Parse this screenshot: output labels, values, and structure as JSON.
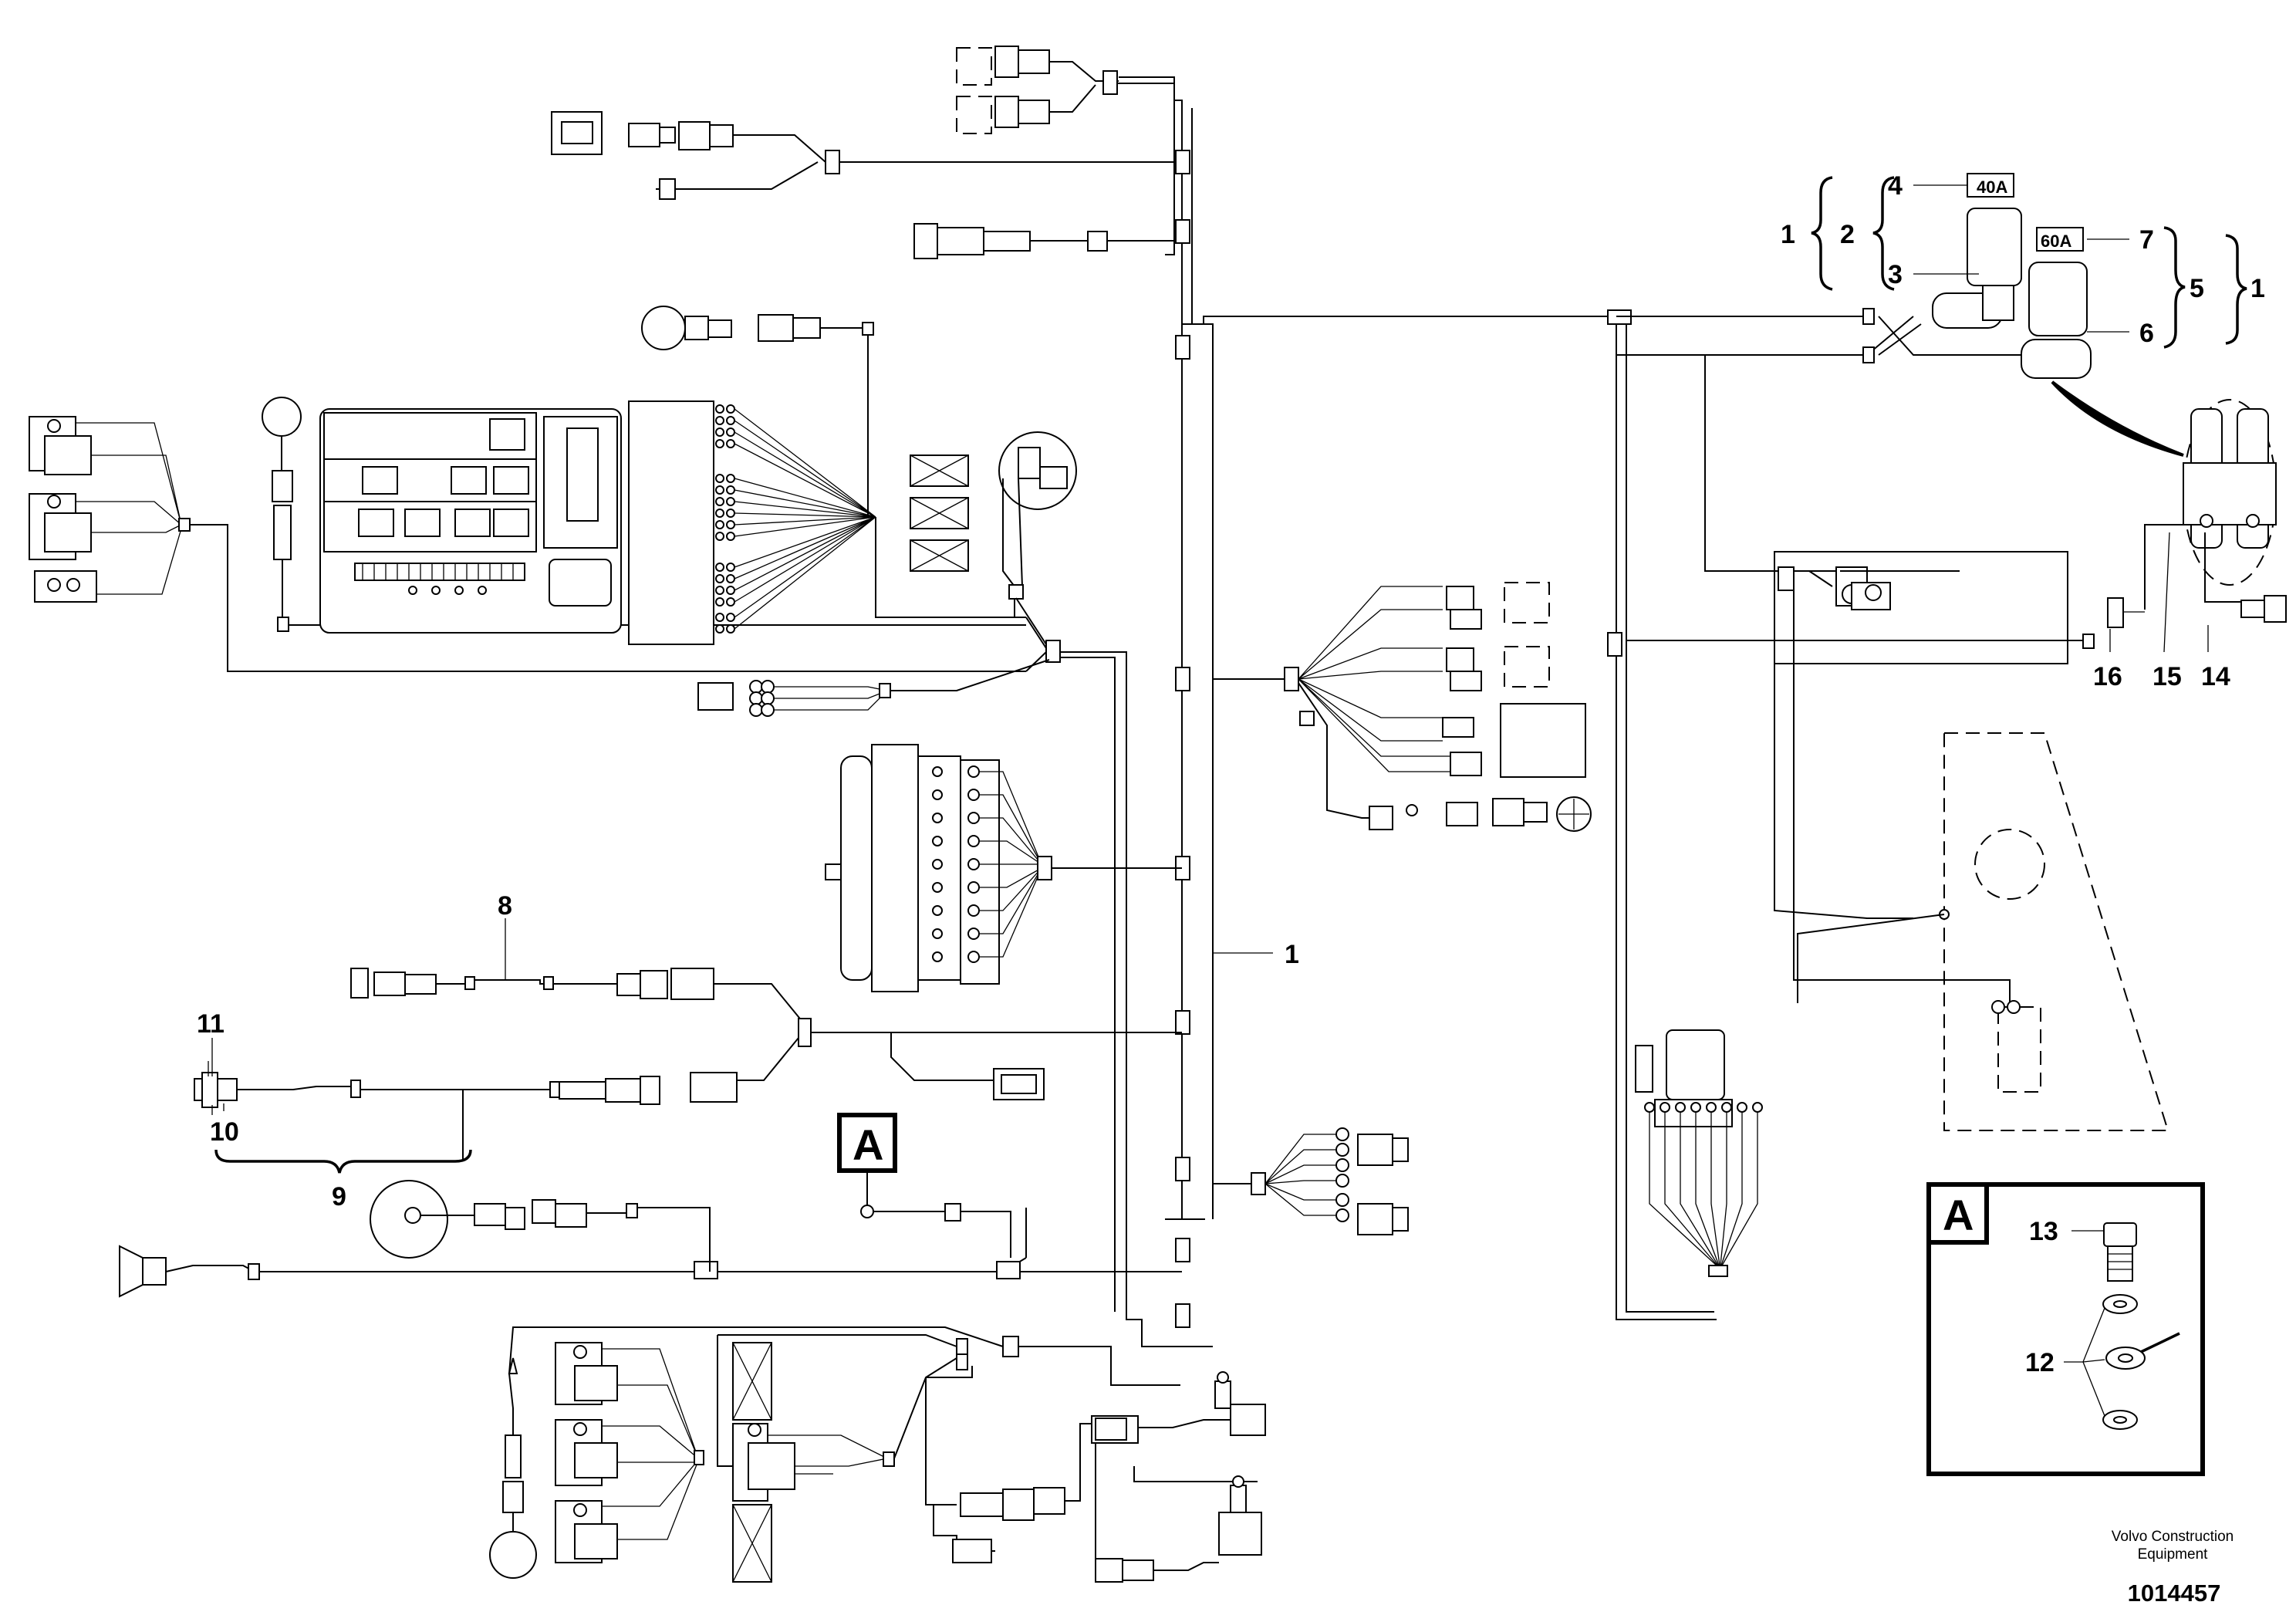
{
  "callouts": {
    "c1_main": "1",
    "c1_left": "1",
    "c1_right": "1",
    "c2": "2",
    "c3": "3",
    "c4": "4",
    "c5": "5",
    "c6": "6",
    "c7": "7",
    "c8": "8",
    "c9": "9",
    "c10": "10",
    "c11": "11",
    "c12": "12",
    "c13": "13",
    "c14": "14",
    "c15": "15",
    "c16": "16"
  },
  "fuses": {
    "fuse_40": "40A",
    "fuse_60": "60A"
  },
  "detail": {
    "marker_label": "A",
    "box_label": "A"
  },
  "footer": {
    "brand_line1": "Volvo Construction",
    "brand_line2": "Equipment",
    "part_number": "1014457"
  }
}
